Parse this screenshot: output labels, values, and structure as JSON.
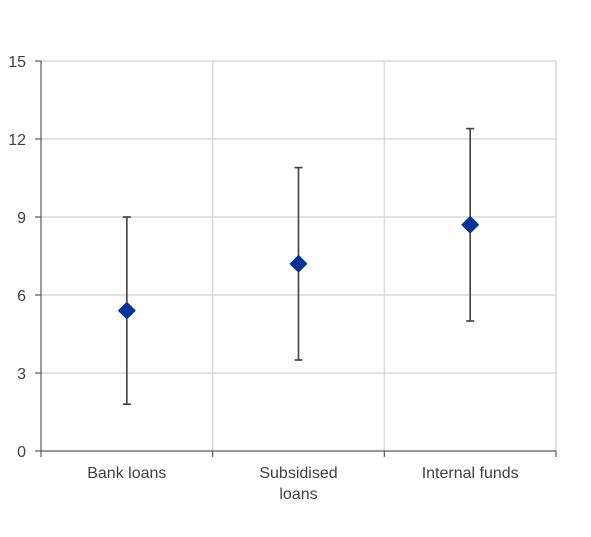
{
  "chart_data": {
    "type": "scatter",
    "title": "",
    "xlabel": "",
    "ylabel": "",
    "categories": [
      "Bank loans",
      "Subsidised loans",
      "Internal funds"
    ],
    "category_lines": [
      [
        "Bank loans"
      ],
      [
        "Subsidised",
        "loans"
      ],
      [
        "Internal funds"
      ]
    ],
    "values": [
      5.4,
      7.2,
      8.7
    ],
    "error_low": [
      1.8,
      3.5,
      5.0
    ],
    "error_high": [
      9.0,
      10.9,
      12.4
    ],
    "ylim": [
      0,
      15
    ],
    "yticks": [
      0,
      3,
      6,
      9,
      12,
      15
    ],
    "grid": true,
    "legend": "none",
    "marker": "diamond",
    "colors": {
      "marker": "#003399",
      "error_bar": "#404040",
      "grid": "#d9d9d9",
      "axis": "#595959",
      "text": "#404040"
    }
  }
}
